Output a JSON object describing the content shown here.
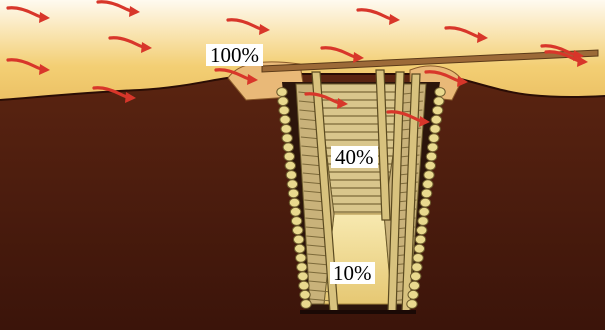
{
  "levels": {
    "surface": "100%",
    "mid": "40%",
    "bottom": "10%"
  },
  "colors": {
    "sky_top": "#fffaf0",
    "sky_sand": "#f3cf74",
    "soil": "#4e1d0f",
    "soil_dark": "#3b140a",
    "trench_floor": "#efd88a",
    "log": "#e9d98e",
    "log_outline": "#6b5a2c",
    "pole": "#c9b06a",
    "plank": "#b89a5c",
    "bag": "#f4e79a",
    "arrow": "#d8362a"
  },
  "icons": {
    "wind_arrow": "wind-arrow-icon",
    "sandbag": "sandbag-icon"
  }
}
